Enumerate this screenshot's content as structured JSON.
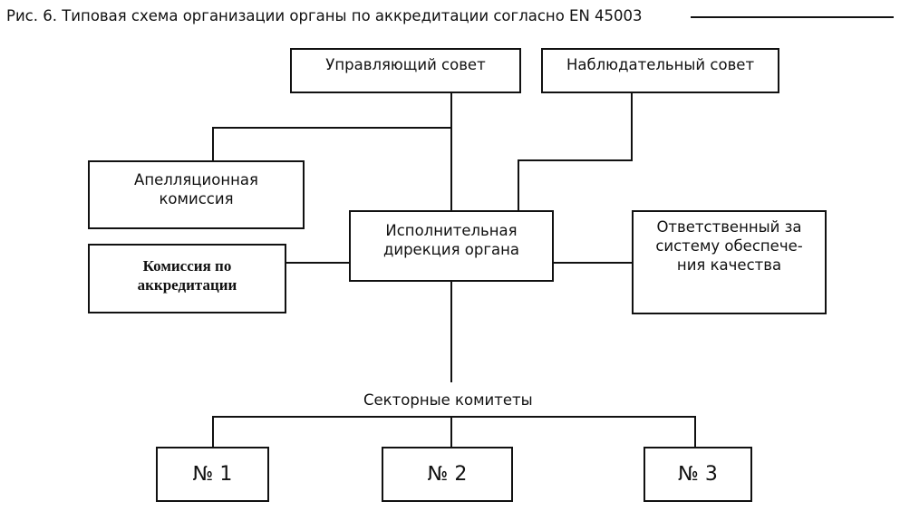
{
  "figure": {
    "caption": "Рис. 6. Типовая схема организации органы по аккредитации согласно EN 45003"
  },
  "nodes": {
    "governing_council": "Управляющий совет",
    "supervisory_council": "Наблюдательный совет",
    "appeals_commission": "Апелляционная\nкомиссия",
    "executive_directorate": "Исполнительная\nдирекция органа",
    "accreditation_commission": "Комиссия по\nаккредитации",
    "quality_manager": "Ответственный за\nсистему обеспече-\nния качества",
    "sector_committees": "Секторные комитеты",
    "committee_1": "№ 1",
    "committee_2": "№ 2",
    "committee_3": "№ 3"
  }
}
